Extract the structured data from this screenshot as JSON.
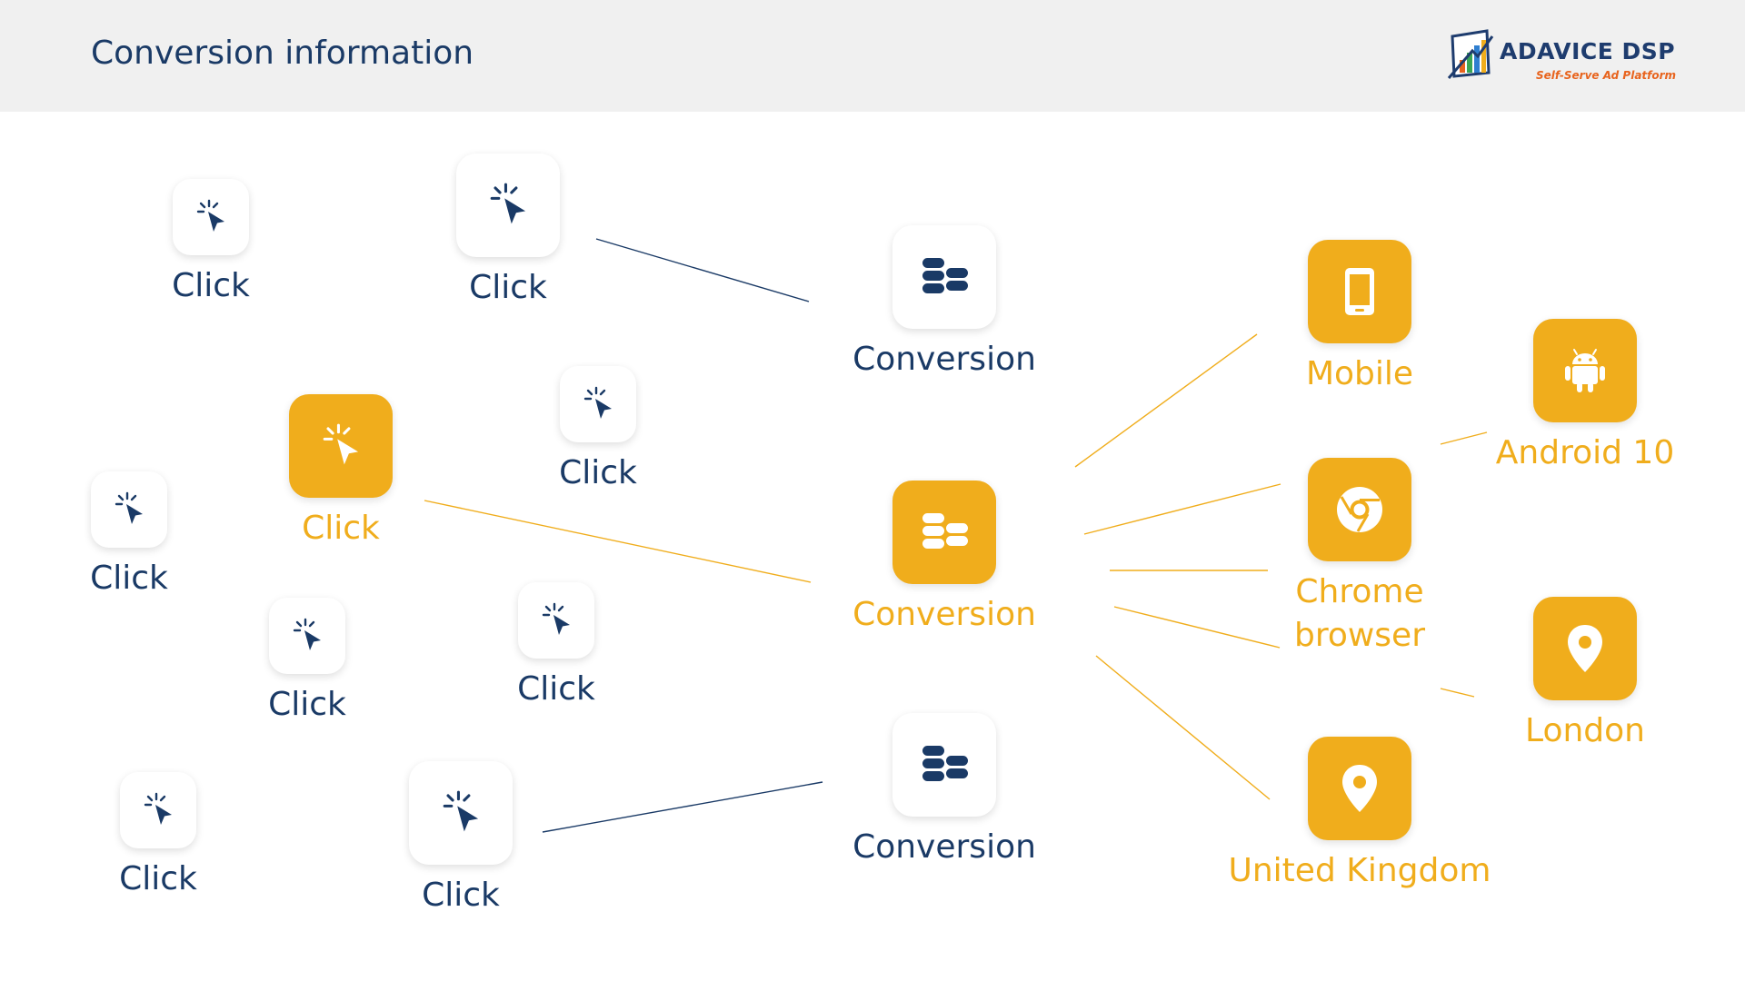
{
  "header": {
    "title": "Conversion information"
  },
  "logo": {
    "name": "ADAVICE DSP",
    "tagline": "Self-Serve Ad Platform"
  },
  "colors": {
    "navy": "#1a3a66",
    "accent": "#f0ad1c",
    "header_bg": "#f0f0f0"
  },
  "clicks": [
    {
      "label": "Click",
      "highlighted": false,
      "icon": "cursor-click-icon"
    },
    {
      "label": "Click",
      "highlighted": false,
      "icon": "cursor-click-icon"
    },
    {
      "label": "Click",
      "highlighted": false,
      "icon": "cursor-click-icon"
    },
    {
      "label": "Click",
      "highlighted": true,
      "icon": "cursor-click-icon"
    },
    {
      "label": "Click",
      "highlighted": false,
      "icon": "cursor-click-icon"
    },
    {
      "label": "Click",
      "highlighted": false,
      "icon": "cursor-click-icon"
    },
    {
      "label": "Click",
      "highlighted": false,
      "icon": "cursor-click-icon"
    },
    {
      "label": "Click",
      "highlighted": false,
      "icon": "cursor-click-icon"
    },
    {
      "label": "Click",
      "highlighted": false,
      "icon": "cursor-click-icon"
    }
  ],
  "conversions": [
    {
      "label": "Conversion",
      "highlighted": false,
      "icon": "coins-stack-icon"
    },
    {
      "label": "Conversion",
      "highlighted": true,
      "icon": "coins-stack-icon"
    },
    {
      "label": "Conversion",
      "highlighted": false,
      "icon": "coins-stack-icon"
    }
  ],
  "attributes": [
    {
      "label": "Mobile",
      "icon": "mobile-phone-icon"
    },
    {
      "label": "Chrome browser",
      "icon": "chrome-icon"
    },
    {
      "label": "United Kingdom",
      "icon": "location-pin-icon"
    },
    {
      "label": "Android 10",
      "icon": "android-icon"
    },
    {
      "label": "London",
      "icon": "location-pin-icon"
    }
  ]
}
